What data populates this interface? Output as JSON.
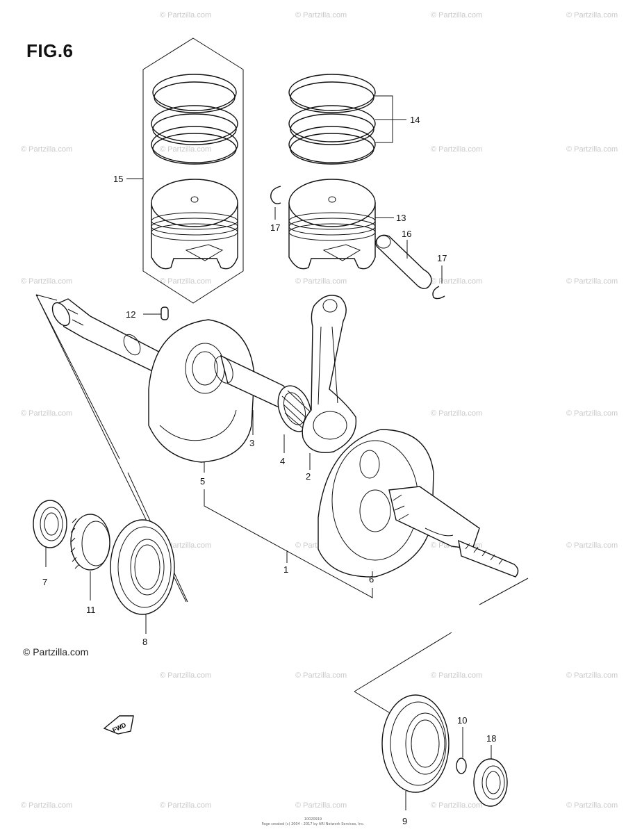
{
  "figure": {
    "title": "FIG.6"
  },
  "watermark": {
    "text": "© Partzilla.com"
  },
  "brand": {
    "text": "© Partzilla.com"
  },
  "fwd_label": "FWD",
  "callouts": {
    "c1": "1",
    "c2": "2",
    "c3": "3",
    "c4": "4",
    "c5": "5",
    "c6": "6",
    "c7": "7",
    "c8": "8",
    "c9": "9",
    "c10": "10",
    "c11": "11",
    "c12": "12",
    "c13": "13",
    "c14": "14",
    "c15": "15",
    "c16": "16",
    "c17a": "17",
    "c17b": "17",
    "c18": "18"
  },
  "footer": {
    "line1": "10020919",
    "line2": "Page created (c) 2004 - 2017 by ARI Network Services, Inc."
  }
}
